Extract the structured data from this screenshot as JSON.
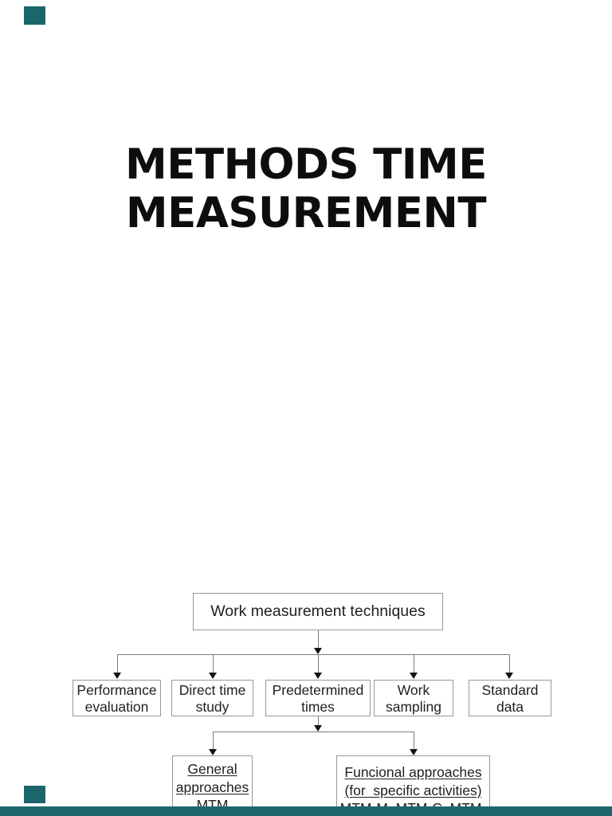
{
  "viewer": {
    "accent_color": "#1b666d"
  },
  "slide": {
    "title_line1": "METHODS TIME",
    "title_line2": "MEASUREMENT"
  },
  "flowchart": {
    "root": {
      "label": "Work measurement techniques"
    },
    "level2": [
      {
        "lines": [
          "Performance",
          "evaluation"
        ]
      },
      {
        "lines": [
          "Direct time",
          "study"
        ]
      },
      {
        "lines": [
          "Predetermined",
          "times"
        ]
      },
      {
        "lines": [
          "Work",
          "sampling"
        ]
      },
      {
        "lines": [
          "Standard",
          "data"
        ]
      }
    ],
    "level3": [
      {
        "lines": [
          "General",
          "approaches",
          "MTM"
        ],
        "underlined_lines": [
          1,
          2
        ]
      },
      {
        "lines": [
          "Funcional approaches",
          "(for  specific activities)",
          "MTM-M, MTM-C, MTM-V"
        ],
        "underlined_lines": [
          1,
          2
        ]
      }
    ]
  }
}
